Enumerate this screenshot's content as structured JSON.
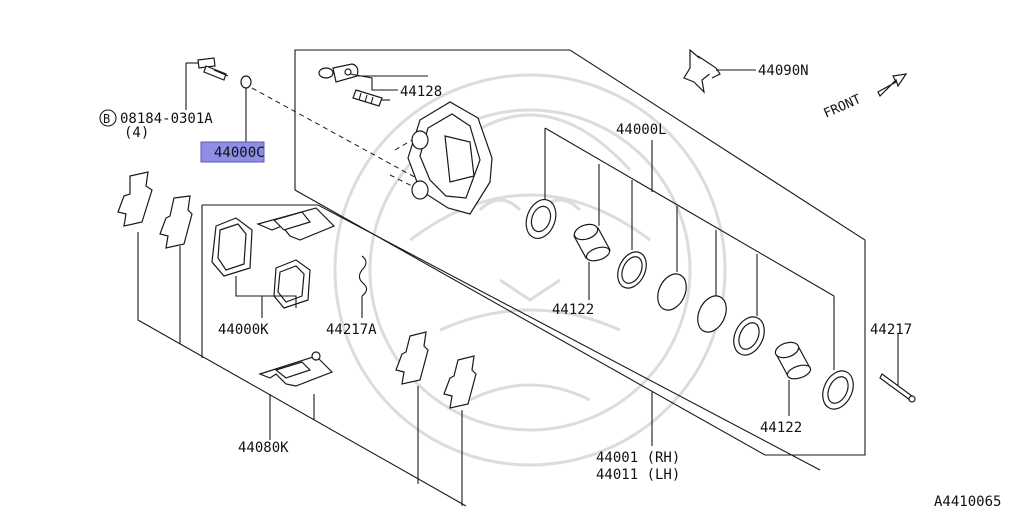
{
  "labels": {
    "bolt_ref": "08184-0301A",
    "bolt_qty": "(4)",
    "bolt_circle": "B",
    "highlighted": "44000C",
    "bleeder": "44128",
    "spring": "44090N",
    "front": "FRONT",
    "kit_l": "44000L",
    "piston_upper": "44122",
    "piston_lower": "44122",
    "pad_kit": "44000K",
    "clip": "44217A",
    "pin": "44217",
    "shim_kit": "44080K",
    "caliper_rh": "44001 (RH)",
    "caliper_lh": "44011 (LH)",
    "diagram_id": "A4410065"
  },
  "colors": {
    "highlight_fill": "#8e8ee6",
    "highlight_stroke": "#5a5ab8",
    "line": "#1a1a1a",
    "watermark": "#dcdcdc"
  }
}
